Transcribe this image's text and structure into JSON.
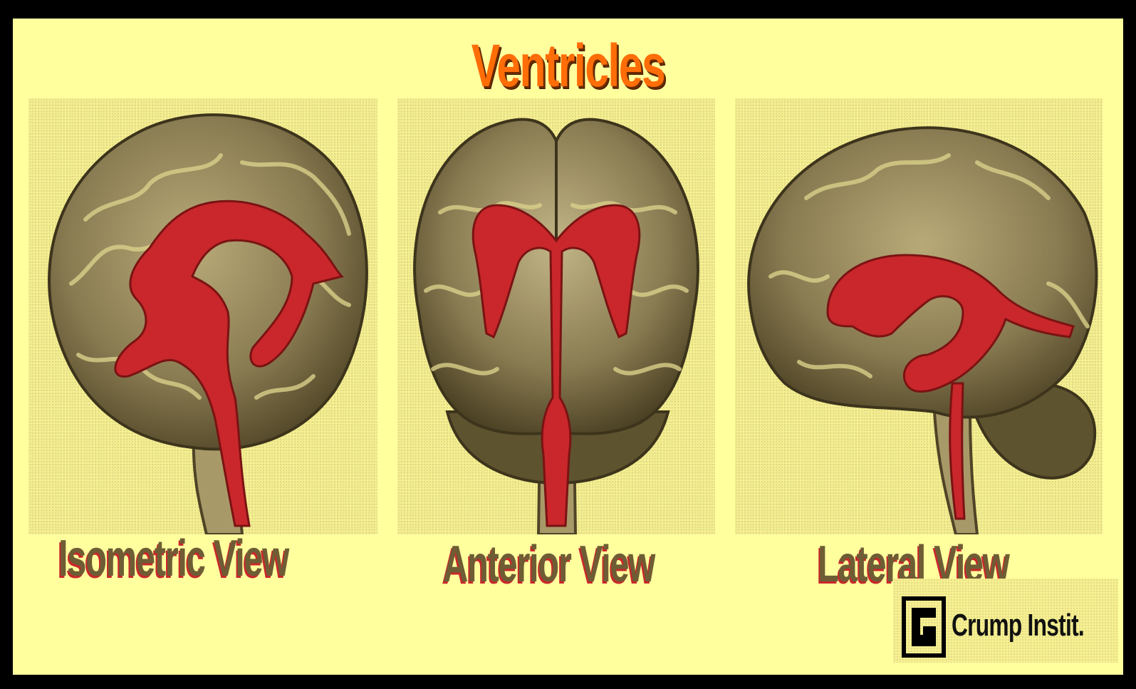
{
  "title": "Ventricles",
  "views": [
    {
      "label": "Isometric View"
    },
    {
      "label": "Anterior View"
    },
    {
      "label": "Lateral View"
    }
  ],
  "credit": "Crump Instit.",
  "colors": {
    "background": "#ffff9e",
    "border": "#000000",
    "title": "#ff6d08",
    "caption": "#6e5d34",
    "caption_shadow": "#c9272b",
    "ventricle": "#c9272b",
    "brain": "#8a7c52"
  }
}
